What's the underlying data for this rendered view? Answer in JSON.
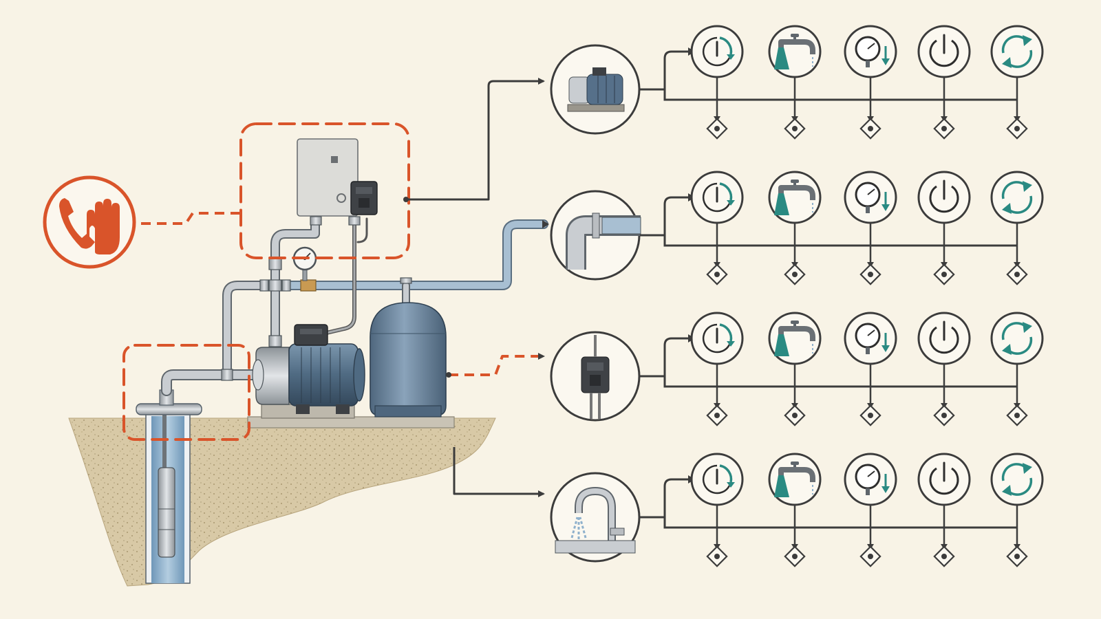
{
  "colors": {
    "background": "#f8f3e6",
    "line": "#3c3c3c",
    "safety": "#d9542a",
    "teal": "#2a8a82",
    "pipe": "#b9bdc1",
    "tank": "#6f8aa3",
    "soil": "#d8c9a6",
    "water": "#8fb1cc"
  },
  "safety_warning": {
    "icons": [
      "phone-icon",
      "stop-hand-icon"
    ]
  },
  "hazard_zones": [
    "control-box-zone",
    "wellhead-zone"
  ],
  "equipment": [
    "well-casing",
    "submersible-pump",
    "wellhead-cap",
    "transfer-pump",
    "motor",
    "pressure-tank",
    "control-box",
    "pressure-switch",
    "pressure-gauge",
    "main-pipe"
  ],
  "rows": [
    {
      "id": "pump",
      "component_icon": "centrifugal-pump-icon"
    },
    {
      "id": "pipe",
      "component_icon": "pipe-elbow-icon"
    },
    {
      "id": "switch",
      "component_icon": "pressure-switch-icon"
    },
    {
      "id": "faucet",
      "component_icon": "faucet-icon"
    }
  ],
  "step_icons": [
    "timer-icon",
    "faucet-flow-icon",
    "gauge-drop-icon",
    "power-icon",
    "cycle-icon"
  ],
  "step_outcome_icon": "diamond-node-icon"
}
